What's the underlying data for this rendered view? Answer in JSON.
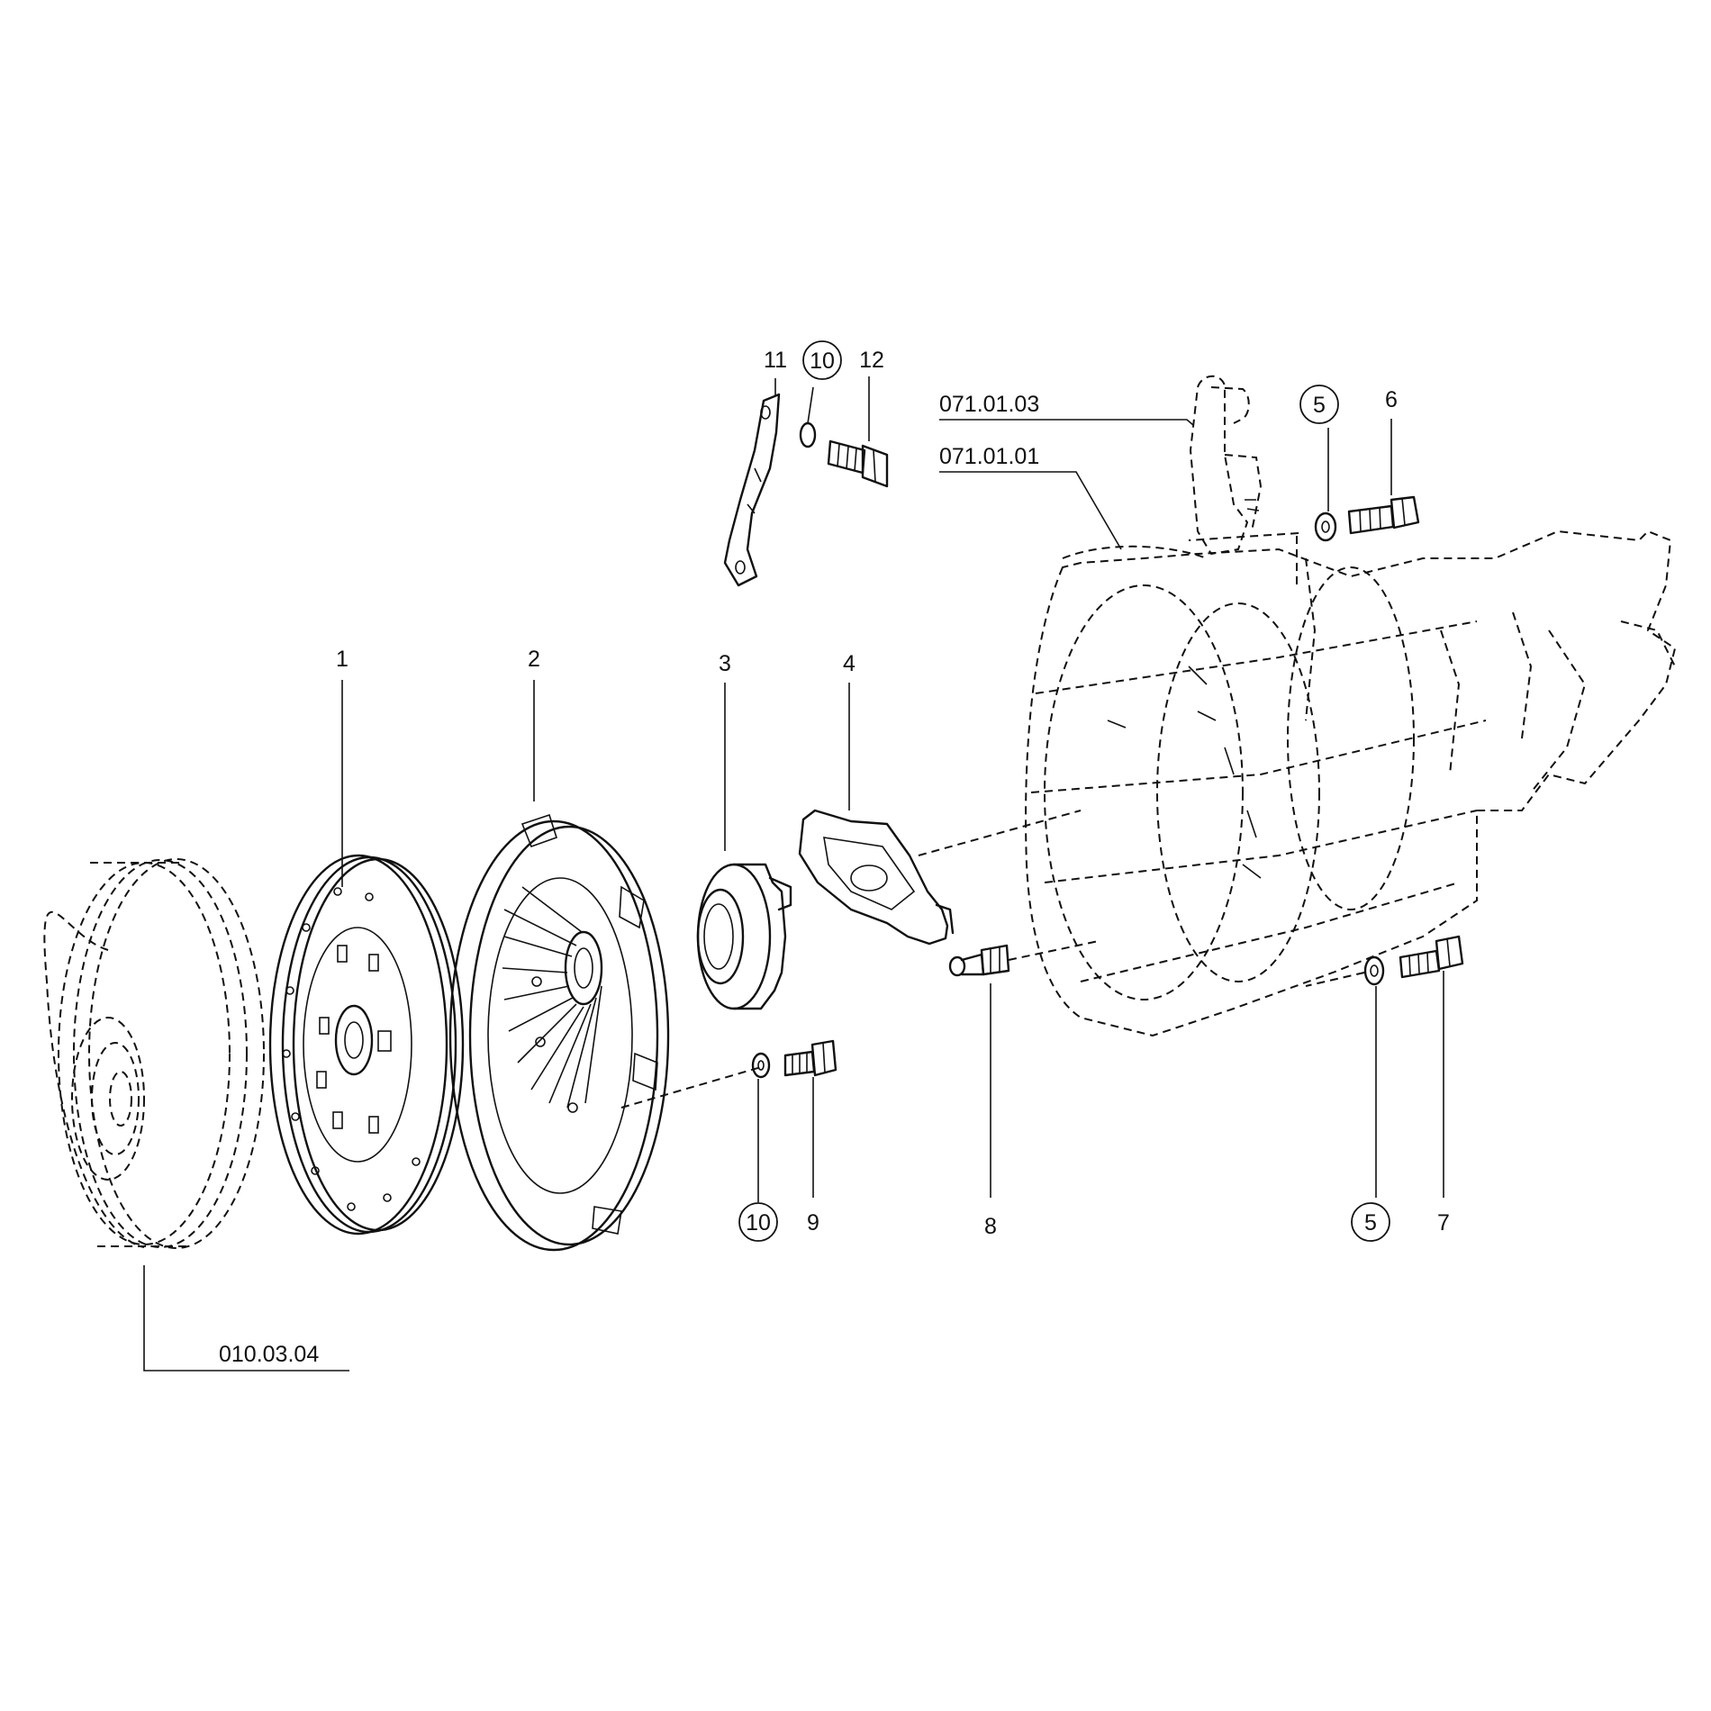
{
  "labels": {
    "l1": "1",
    "l2": "2",
    "l3": "3",
    "l4": "4",
    "l5a": "5",
    "l5b": "5",
    "l6": "6",
    "l7": "7",
    "l8": "8",
    "l9": "9",
    "l10a": "10",
    "l10b": "10",
    "l11": "11",
    "l12": "12",
    "ref_071_01_03": "071.01.03",
    "ref_071_01_01": "071.01.01",
    "ref_010_03_04": "010.03.04"
  }
}
